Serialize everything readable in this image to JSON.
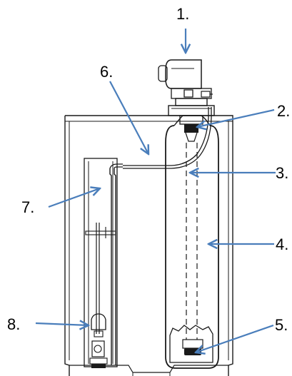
{
  "diagram": {
    "callouts": [
      {
        "label": "1."
      },
      {
        "label": "2."
      },
      {
        "label": "3."
      },
      {
        "label": "4."
      },
      {
        "label": "5."
      },
      {
        "label": "6."
      },
      {
        "label": "7."
      },
      {
        "label": "8."
      }
    ],
    "colors": {
      "arrow": "#4a7ebb",
      "line": "#1a1a1a",
      "background": "#ffffff"
    }
  }
}
